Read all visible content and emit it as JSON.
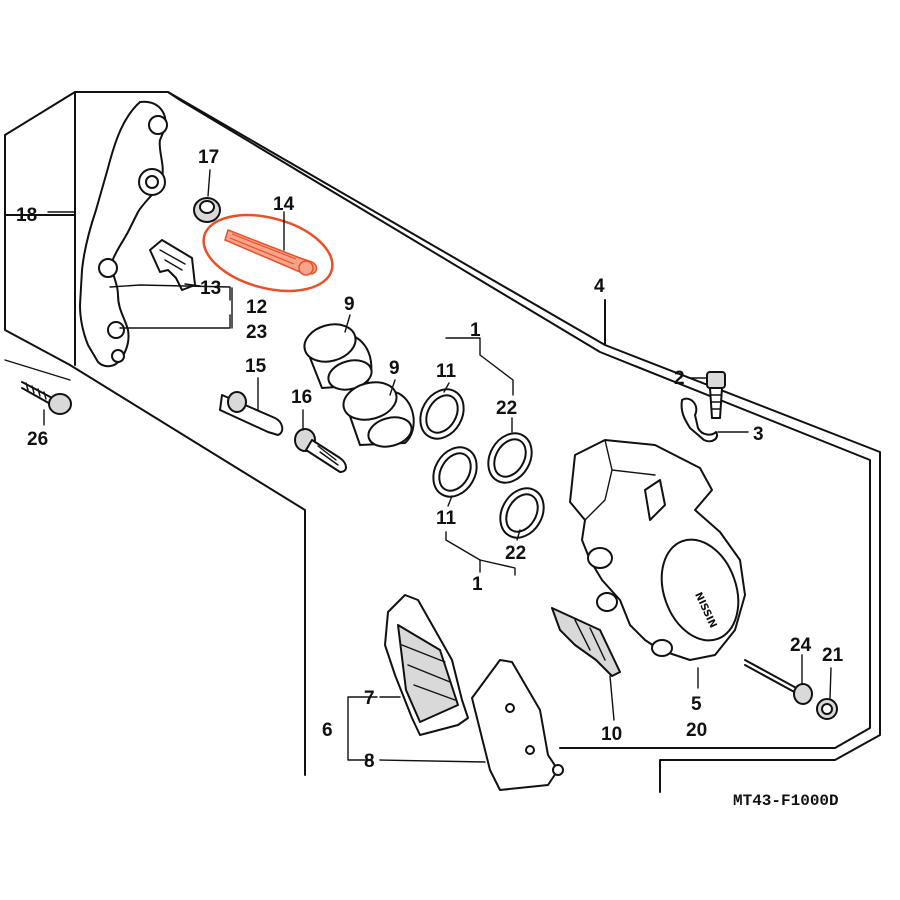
{
  "diagram": {
    "reference_code": "MT43-F1000D",
    "highlight_color": "#e8502a",
    "callouts": {
      "c1a": "1",
      "c1b": "1",
      "c2": "2",
      "c3": "3",
      "c4": "4",
      "c5": "5",
      "c20": "20",
      "c6": "6",
      "c7": "7",
      "c8": "8",
      "c9a": "9",
      "c9b": "9",
      "c10": "10",
      "c11a": "11",
      "c11b": "11",
      "c12": "12",
      "c23": "23",
      "c13": "13",
      "c14": "14",
      "c15": "15",
      "c16": "16",
      "c17": "17",
      "c18": "18",
      "c21": "21",
      "c22a": "22",
      "c22b": "22",
      "c24": "24",
      "c26": "26"
    }
  }
}
